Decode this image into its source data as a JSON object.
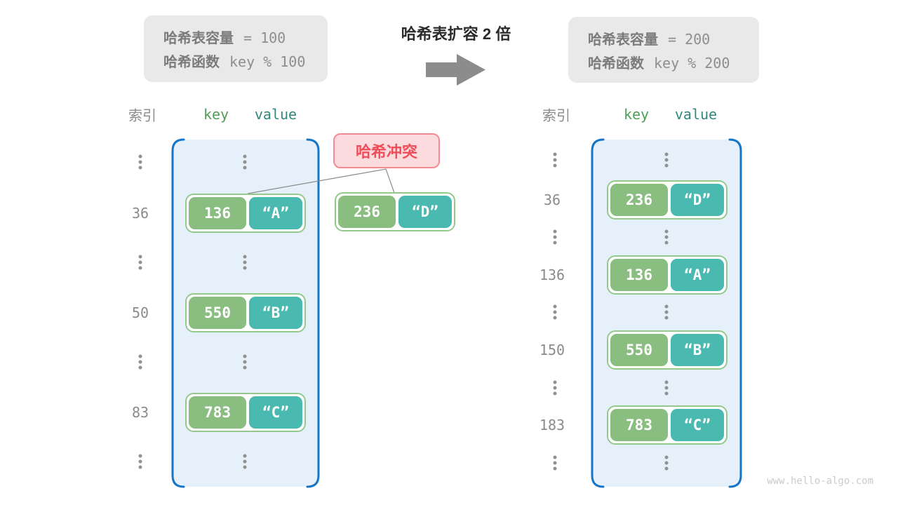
{
  "colors": {
    "panel-gray": "#e9e9e9",
    "gray-text": "#8e8e8e",
    "gray-bold": "#7b7b7b",
    "title-text": "#2b2b2b",
    "arrow-gray": "#8c8c8c",
    "blue-border": "#1576c8",
    "blue-fill": "#e5f0fa",
    "green-cell": "#8abd80",
    "teal-cell": "#4ab9b0",
    "pair-border": "#94c98c",
    "key-header": "#4f9e55",
    "value-header": "#31887d",
    "collision-bg": "#fbdbde",
    "collision-border": "#f48a93",
    "collision-text": "#ee4e5a",
    "index-text": "#8b8b8b",
    "dot-color": "#919191",
    "watermark": "#cbcbcb",
    "line-color": "#8a8a8a"
  },
  "left_panel": {
    "capacity_label": "哈希表容量",
    "capacity_value": "= 100",
    "hash_label": "哈希函数",
    "hash_value": "key % 100"
  },
  "right_panel": {
    "capacity_label": "哈希表容量",
    "capacity_value": "= 200",
    "hash_label": "哈希函数",
    "hash_value": "key % 200"
  },
  "transform": {
    "title": "哈希表扩容 2 倍"
  },
  "collision": {
    "label": "哈希冲突",
    "pair": {
      "key": "236",
      "value": "“D”"
    }
  },
  "left_table": {
    "index_header": "索引",
    "key_header": "key",
    "value_header": "value",
    "rows": [
      {
        "index": "36",
        "key": "136",
        "value": "“A”"
      },
      {
        "index": "50",
        "key": "550",
        "value": "“B”"
      },
      {
        "index": "83",
        "key": "783",
        "value": "“C”"
      }
    ]
  },
  "right_table": {
    "index_header": "索引",
    "key_header": "key",
    "value_header": "value",
    "rows": [
      {
        "index": "36",
        "key": "236",
        "value": "“D”"
      },
      {
        "index": "136",
        "key": "136",
        "value": "“A”"
      },
      {
        "index": "150",
        "key": "550",
        "value": "“B”"
      },
      {
        "index": "183",
        "key": "783",
        "value": "“C”"
      }
    ]
  },
  "watermark": "www.hello-algo.com"
}
